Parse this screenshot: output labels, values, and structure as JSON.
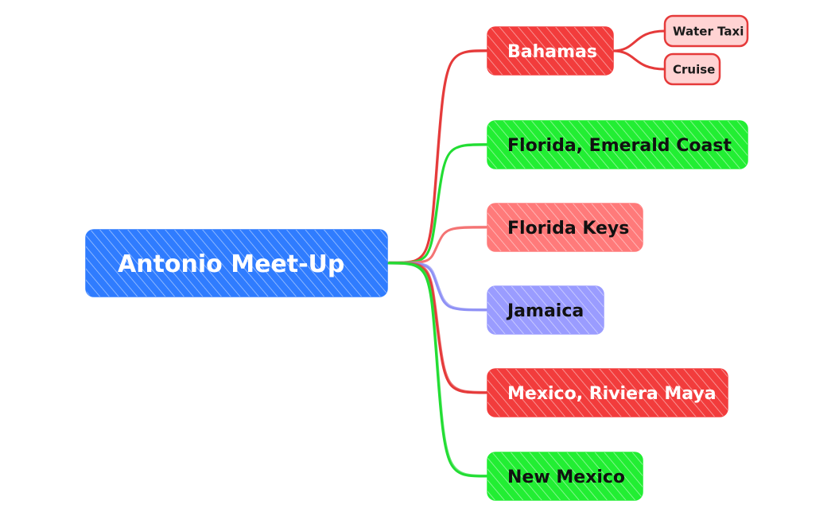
{
  "central": {
    "label": "Antonio Meet-Up",
    "fill": "#2f7cff",
    "text_color": "#ffffff"
  },
  "branches": [
    {
      "label": "Bahamas",
      "fill": "#f23c3c",
      "text_color": "#ffffff",
      "line_color": "#e53a3a",
      "children": [
        {
          "label": "Water Taxi",
          "fill": "#ffd3d3",
          "stroke": "#e53a3a",
          "text_color": "#1a1a1a"
        },
        {
          "label": "Cruise",
          "fill": "#ffd3d3",
          "stroke": "#e53a3a",
          "text_color": "#1a1a1a"
        }
      ]
    },
    {
      "label": "Florida, Emerald Coast",
      "fill": "#22ee33",
      "text_color": "#111111",
      "line_color": "#22dd33",
      "children": []
    },
    {
      "label": "Florida Keys",
      "fill": "#ff7a7a",
      "text_color": "#111111",
      "line_color": "#f47474",
      "children": []
    },
    {
      "label": "Jamaica",
      "fill": "#9a9cff",
      "text_color": "#111111",
      "line_color": "#8f91f5",
      "children": []
    },
    {
      "label": "Mexico, Riviera Maya",
      "fill": "#f23c3c",
      "text_color": "#ffffff",
      "line_color": "#e53a3a",
      "children": []
    },
    {
      "label": "New Mexico",
      "fill": "#22ee33",
      "text_color": "#111111",
      "line_color": "#22dd33",
      "children": []
    }
  ]
}
